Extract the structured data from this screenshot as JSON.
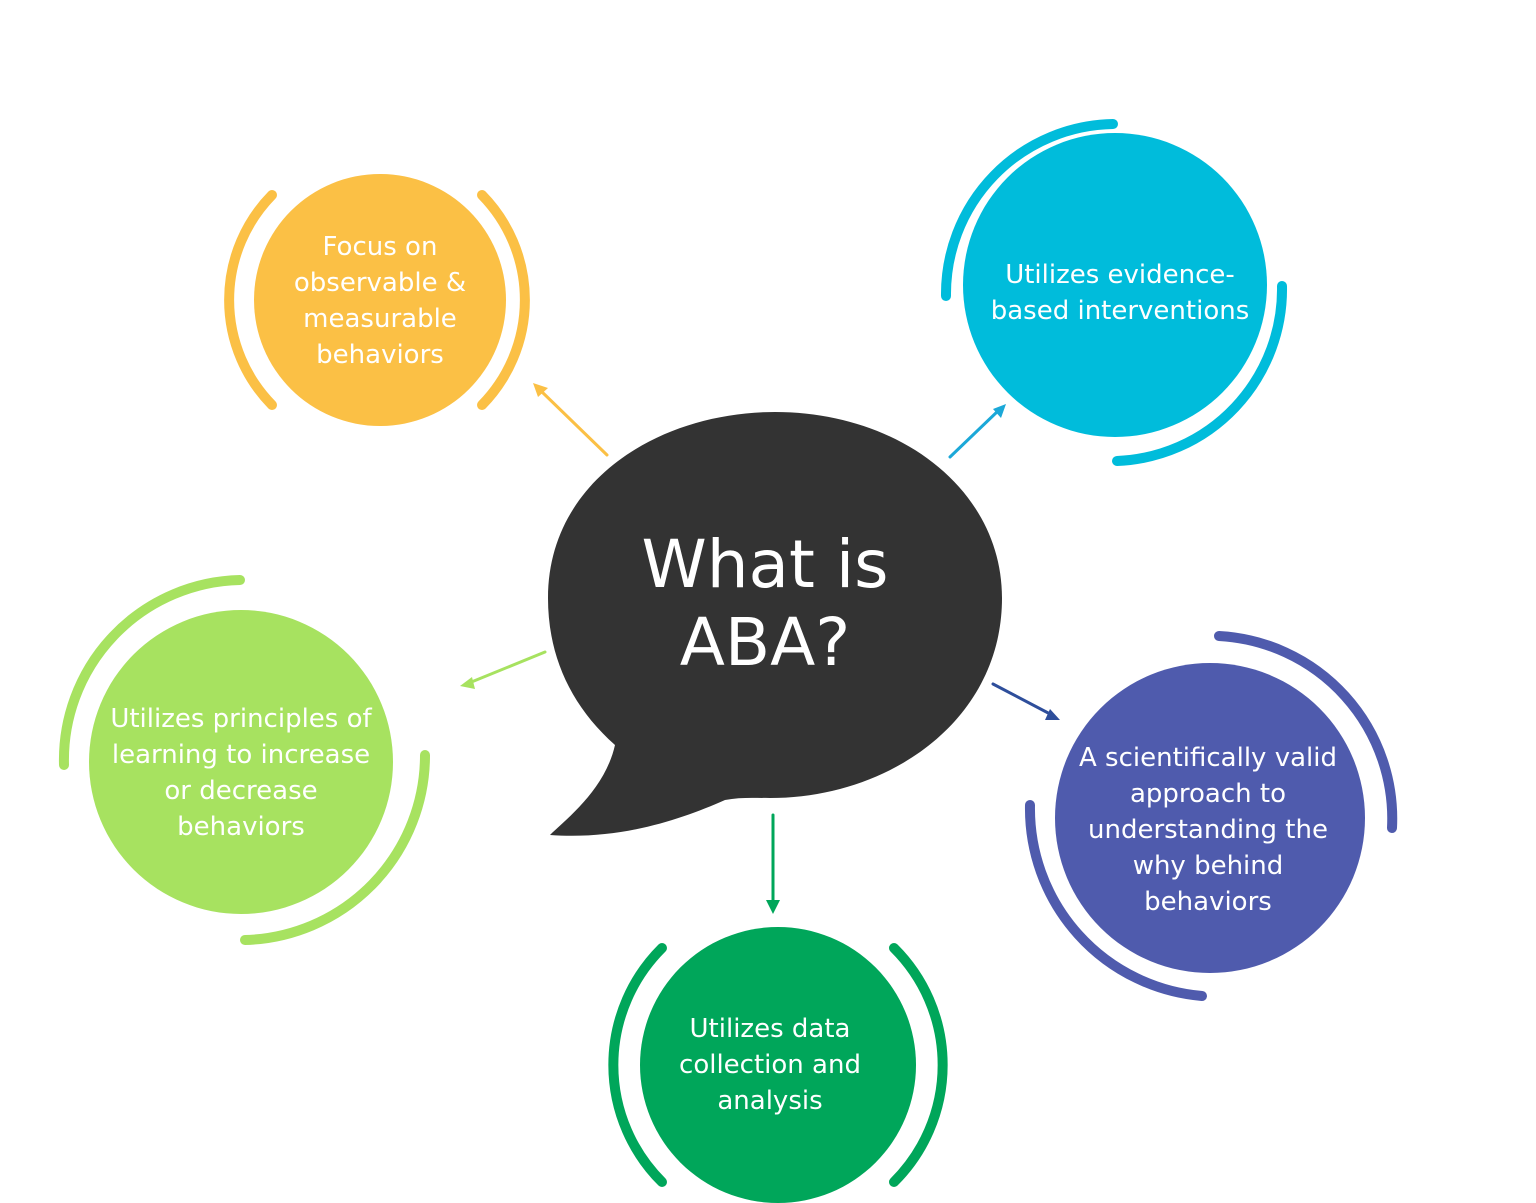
{
  "center": {
    "title": "What is\nABA?",
    "color": "#333333"
  },
  "nodes": [
    {
      "id": "observable",
      "text": "Focus on\nobservable &\nmeasurable\nbehaviors",
      "color": "#FBC045"
    },
    {
      "id": "evidence",
      "text": "Utilizes evidence-\nbased interventions",
      "color": "#00BCDB"
    },
    {
      "id": "principles",
      "text": "Utilizes principles of\nlearning to increase\nor decrease\nbehaviors",
      "color": "#A7E260"
    },
    {
      "id": "scientific",
      "text": "A scientifically valid\napproach to\nunderstanding the\nwhy behind\nbehaviors",
      "color": "#4F5BAD"
    },
    {
      "id": "data",
      "text": "Utilizes data\ncollection and\nanalysis",
      "color": "#00A65A"
    }
  ],
  "arrow_colors": {
    "observable": "#FBC045",
    "evidence": "#1BA8D8",
    "principles": "#A7E260",
    "scientific": "#2E4E9B",
    "data": "#00A65A"
  }
}
